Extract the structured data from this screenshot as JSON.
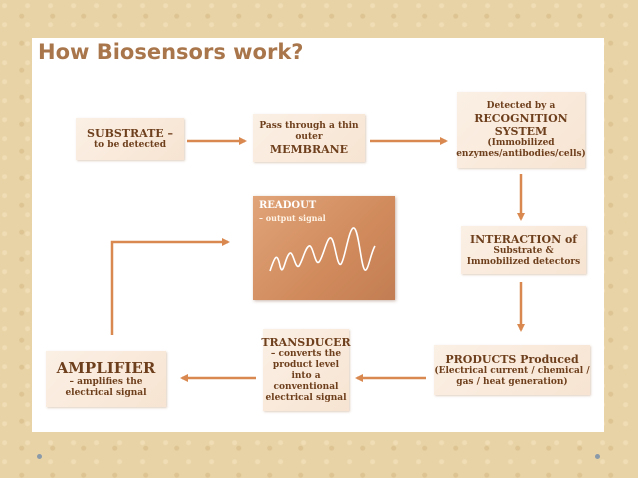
{
  "title": "How Biosensors work?",
  "boxes": {
    "substrate": {
      "line1": "SUBSTRATE –",
      "line2": "to be detected"
    },
    "membrane": {
      "line1": "Pass through a thin",
      "line2": "outer",
      "line3": "MEMBRANE"
    },
    "recognition": {
      "line1": "Detected by a",
      "line2": "RECOGNITION",
      "line3": "SYSTEM",
      "line4": "(Immobilized",
      "line5": "enzymes/antibodies/cells)"
    },
    "readout": {
      "label": "READOUT",
      "sub": "– output signal"
    },
    "interaction": {
      "line1": "INTERACTION of",
      "line2": "Substrate &",
      "line3": "Immobilized detectors"
    },
    "products": {
      "line1": "PRODUCTS Produced",
      "line2": "(Electrical current / chemical /",
      "line3": "gas / heat generation)"
    },
    "transducer": {
      "line1": "TRANSDUCER",
      "line2": "– converts the",
      "line3": "product level",
      "line4": "into a",
      "line5": "conventional",
      "line6": "electrical signal"
    },
    "amplifier": {
      "line1": "AMPLIFIER",
      "line2": "– amplifies the",
      "line3": "electrical signal"
    }
  },
  "colors": {
    "arrow": "#d9894f",
    "text": "#6e3f1c",
    "title": "#a9764b",
    "readout": "#d08a5c"
  }
}
